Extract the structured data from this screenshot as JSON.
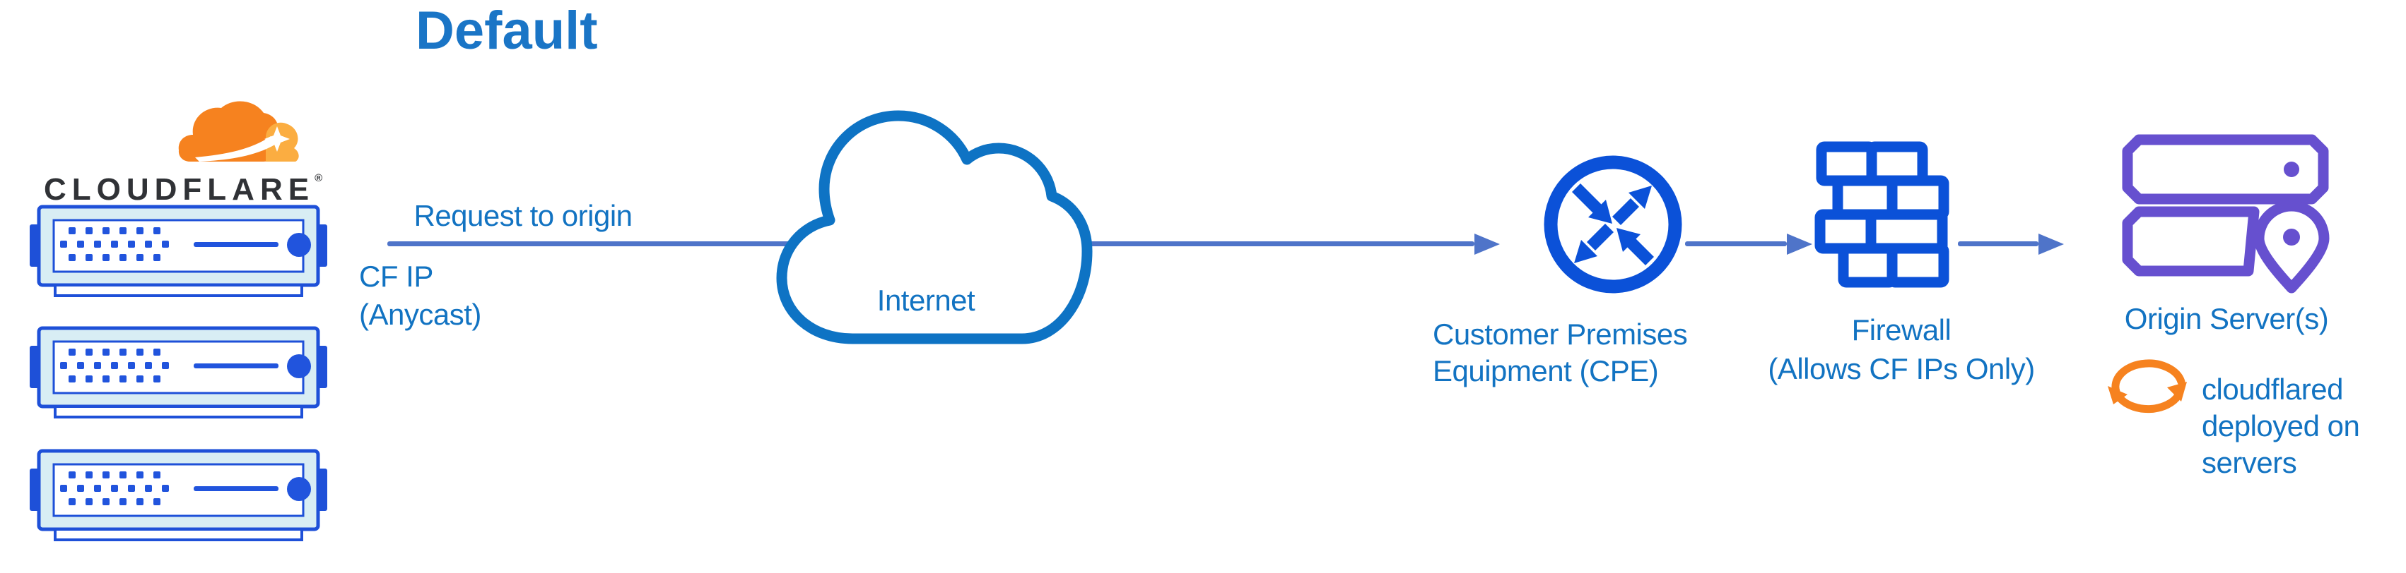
{
  "title": "Default",
  "brand": {
    "wordmark": "CLOUDFLARE",
    "registered_mark": "®"
  },
  "labels": {
    "request": "Request to origin",
    "cf_ip_lines": [
      "CF IP",
      "(Anycast)"
    ],
    "internet": "Internet",
    "cpe_lines": [
      "Customer Premises",
      "Equipment (CPE)"
    ],
    "firewall_lines": [
      "Firewall",
      "(Allows CF IPs Only)"
    ],
    "origin": "Origin Server(s)",
    "cloudflared_lines": [
      "cloudflared",
      "deployed on",
      "servers"
    ]
  },
  "icons": {
    "cloudflare_logo": "cloudflare-cloud-logo",
    "edge_servers": "server-rack-unit",
    "internet": "cloud-outline",
    "cpe": "router-crossing-arrows",
    "firewall": "brick-wall",
    "origin": "stacked-servers-with-location-pin",
    "cloudflared": "sync-arrows"
  },
  "diagram": {
    "edge_server_count": 3,
    "flow_direction": "left-to-right"
  },
  "colors": {
    "title_text": "#1a75c6",
    "label_text": "#1273c2",
    "flow_line": "#4f74c9",
    "icon_blue": "#0b51d8",
    "server_blue": "#1e50d8",
    "server_dot_blue": "#2154dd",
    "server_fill": "#d8edf4",
    "cloud_stroke": "#0e73c4",
    "origin_purple": "#6650cf",
    "brand_orange": "#f6821f",
    "brand_orange_light": "#fbad41",
    "wordmark_dark": "#303236",
    "background": "#ffffff"
  }
}
